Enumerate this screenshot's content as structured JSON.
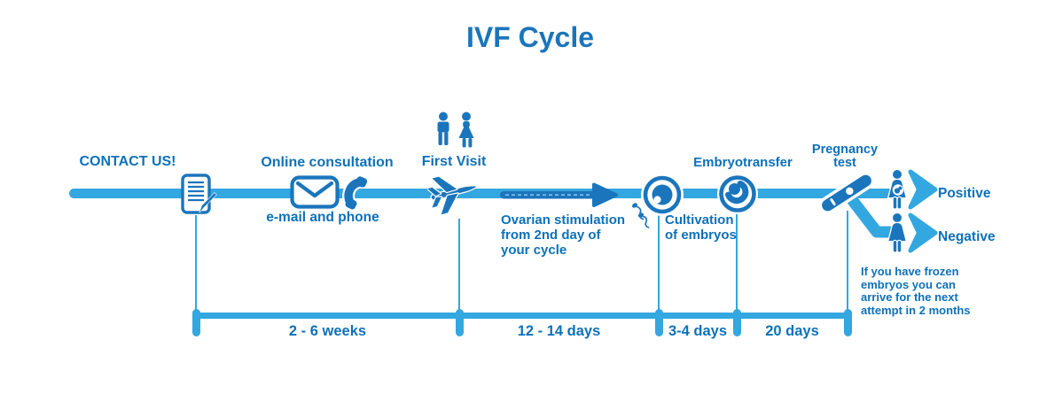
{
  "title": "IVF Cycle",
  "colors": {
    "light_blue": "#33A7DF",
    "dark_blue": "#1B75BC",
    "text_blue": "#0E71B9"
  },
  "stages": {
    "contact": {
      "label": "CONTACT US!",
      "icon": "document-pen-icon"
    },
    "online_consultation": {
      "label": "Online consultation",
      "sublabel": "e-mail and phone",
      "icons": [
        "email-icon",
        "phone-icon"
      ]
    },
    "first_visit": {
      "label": "First Visit",
      "icons": [
        "couple-icon",
        "airplane-icon"
      ]
    },
    "ovarian_stimulation": {
      "label": "Ovarian stimulation\nfrom 2nd day of\nyour cycle",
      "icon": "arrow-right-icon"
    },
    "cultivation": {
      "label": "Cultivation\nof embryos",
      "icon": "egg-fertilization-icon"
    },
    "embryotransfer": {
      "label": "Embryotransfer",
      "icon": "embryo-icon"
    },
    "pregnancy_test": {
      "label": "Pregnancy\ntest",
      "icon": "pregnancy-test-icon"
    },
    "positive": {
      "label": "Positive",
      "icon": "pregnant-woman-icon"
    },
    "negative": {
      "label": "Negative",
      "icon": "woman-icon"
    },
    "frozen_note": "If you have frozen\nembryos you can\narrive for the next\nattempt in 2 months"
  },
  "durations": [
    {
      "label": "2 - 6 weeks"
    },
    {
      "label": "12 - 14 days"
    },
    {
      "label": "3-4 days"
    },
    {
      "label": "20 days"
    }
  ]
}
